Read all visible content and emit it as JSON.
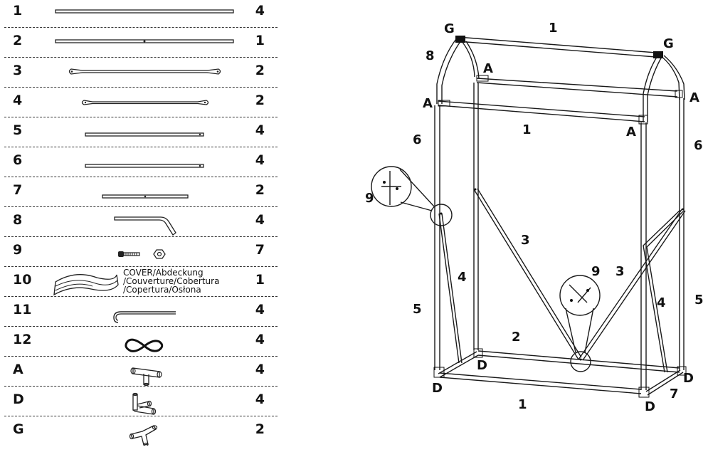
{
  "parts": [
    {
      "id": "1",
      "qty": "4",
      "icon": "long-tube"
    },
    {
      "id": "2",
      "qty": "1",
      "icon": "long-tube-center-hole"
    },
    {
      "id": "3",
      "qty": "2",
      "icon": "flat-brace"
    },
    {
      "id": "4",
      "qty": "2",
      "icon": "short-flat-brace"
    },
    {
      "id": "5",
      "qty": "4",
      "icon": "tube-with-end-hole"
    },
    {
      "id": "6",
      "qty": "4",
      "icon": "tube-with-end-hole"
    },
    {
      "id": "7",
      "qty": "2",
      "icon": "short-tube-center-hole"
    },
    {
      "id": "8",
      "qty": "4",
      "icon": "bent-tube"
    },
    {
      "id": "9",
      "qty": "7",
      "icon": "bolt-and-nut"
    },
    {
      "id": "10",
      "qty": "1",
      "icon": "cover-fabric",
      "note": [
        "COVER/Abdeckung",
        "/Couverture/Cobertura",
        "/Copertura/Osłona"
      ]
    },
    {
      "id": "11",
      "qty": "4",
      "icon": "hook-peg"
    },
    {
      "id": "12",
      "qty": "4",
      "icon": "elastic-loop"
    },
    {
      "id": "A",
      "qty": "4",
      "icon": "t-connector"
    },
    {
      "id": "D",
      "qty": "4",
      "icon": "corner-connector"
    },
    {
      "id": "G",
      "qty": "2",
      "icon": "three-way-connector"
    }
  ],
  "diagram": {
    "labels": {
      "G_left": "G",
      "G_right": "G",
      "top1": "1",
      "left8": "8",
      "A_inner_top": "A",
      "A_left": "A",
      "A_right": "A",
      "A_mid": "A",
      "mid1": "1",
      "left6": "6",
      "right6": "6",
      "detail9_left": "9",
      "brace3_left": "3",
      "detail9_right": "9",
      "brace3_right": "3",
      "left4": "4",
      "right4": "4",
      "left5": "5",
      "right5": "5",
      "base2": "2",
      "D_back_left": "D",
      "D_front_left": "D",
      "D_right": "D",
      "D_front_right": "D",
      "base7": "7",
      "front1": "1"
    }
  }
}
